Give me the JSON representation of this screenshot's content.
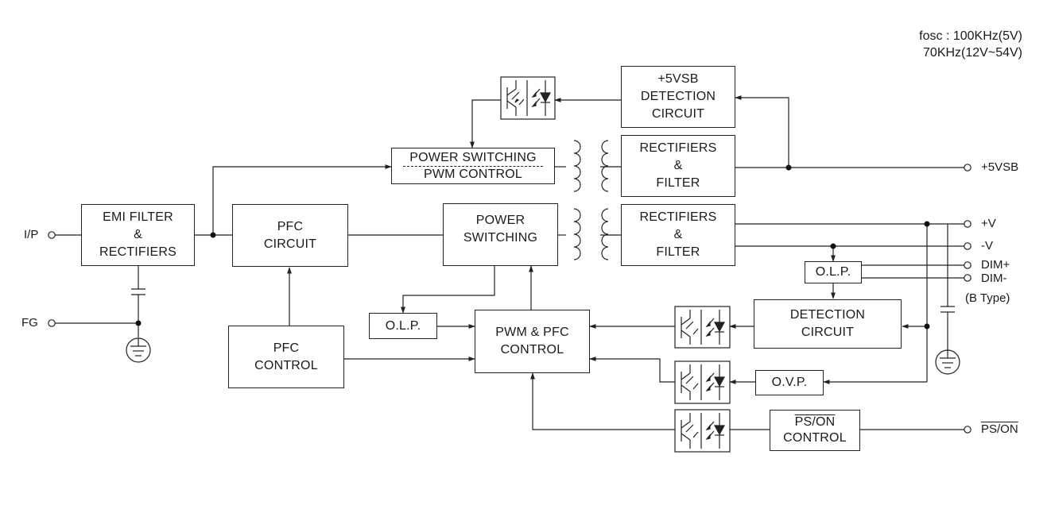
{
  "note": {
    "line1": "fosc : 100KHz(5V)",
    "line2": "70KHz(12V~54V)"
  },
  "terminals": {
    "ip": "I/P",
    "fg": "FG",
    "vsb": "+5VSB",
    "vpos": "+V",
    "vneg": "-V",
    "dim_pos": "DIM+",
    "dim_neg": "DIM-",
    "dim_note": "(B Type)",
    "ps_on": "PS/ON"
  },
  "blocks": {
    "emi": [
      "EMI FILTER",
      "&",
      "RECTIFIERS"
    ],
    "pfc_circuit": [
      "PFC",
      "CIRCUIT"
    ],
    "pfc_control": [
      "PFC",
      "CONTROL"
    ],
    "power_switching": [
      "POWER",
      "SWITCHING"
    ],
    "power_switching_pwm": [
      "POWER SWITCHING",
      "PWM CONTROL"
    ],
    "rect_vsb": [
      "RECTIFIERS",
      "&",
      "FILTER"
    ],
    "rect_main": [
      "RECTIFIERS",
      "&",
      "FILTER"
    ],
    "vsb_detect": [
      "+5VSB",
      "DETECTION",
      "CIRCUIT"
    ],
    "olp_left": "O.L.P.",
    "olp_right": "O.L.P.",
    "pwm_pfc": [
      "PWM & PFC",
      "CONTROL"
    ],
    "detection": [
      "DETECTION",
      "CIRCUIT"
    ],
    "ovp": "O.V.P.",
    "ps_on_control": [
      "PS/ON",
      "CONTROL"
    ]
  }
}
